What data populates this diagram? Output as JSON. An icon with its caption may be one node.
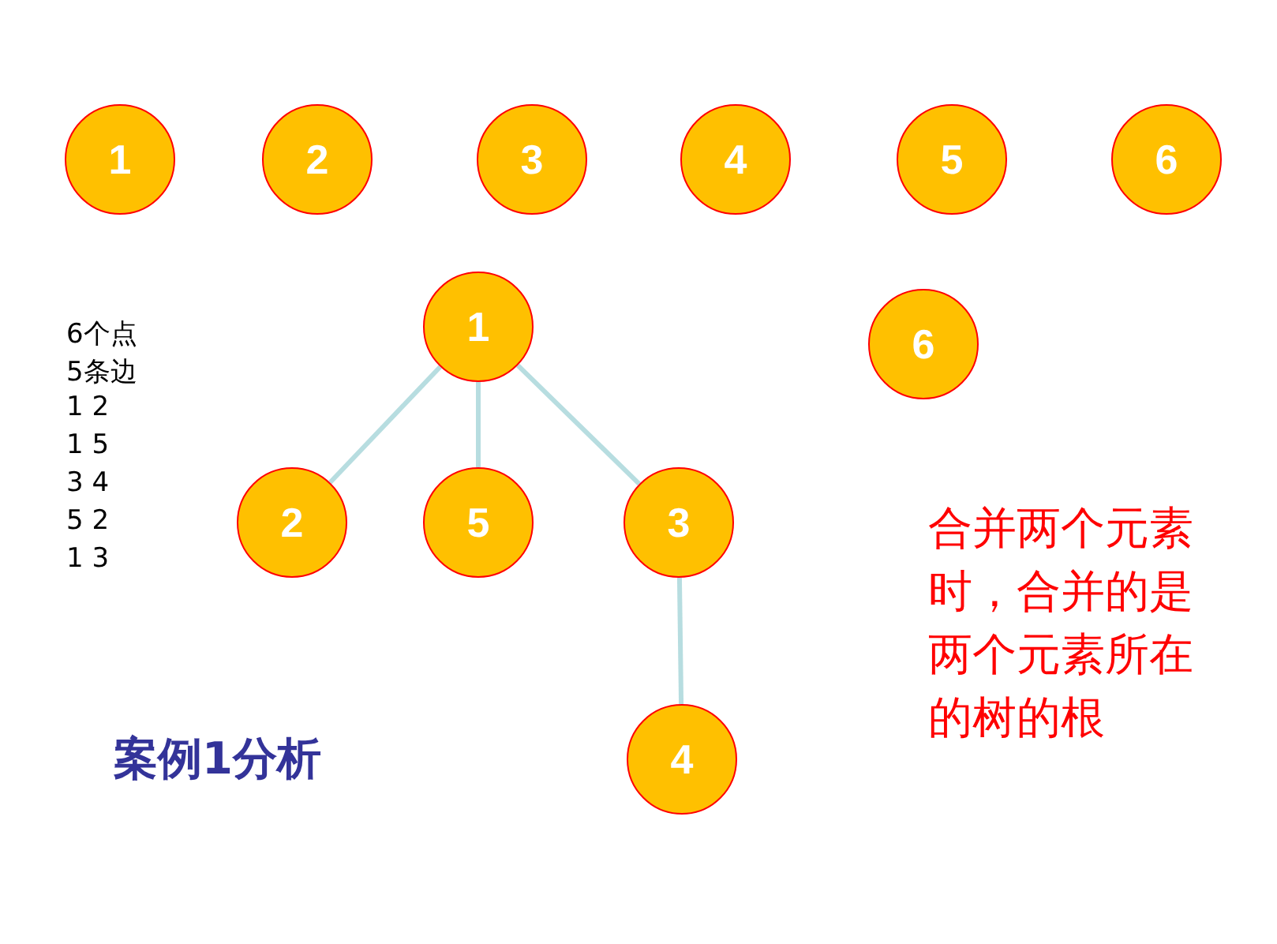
{
  "diagram": {
    "nodes": [
      {
        "text": [
          "1"
        ]
      },
      {
        "text": [
          "2"
        ]
      },
      {
        "text": [
          "3"
        ]
      },
      {
        "text": [
          "4"
        ]
      },
      {
        "text": [
          "5"
        ]
      },
      {
        "text": [
          "6"
        ]
      },
      {
        "text": [
          "1"
        ]
      },
      {
        "text": [
          "6"
        ]
      },
      {
        "text": [
          "2"
        ]
      },
      {
        "text": [
          "5"
        ]
      },
      {
        "text": [
          "3"
        ]
      },
      {
        "text": [
          "4"
        ]
      }
    ],
    "edges": [
      {
        "from": 6,
        "to": 8,
        "arrow": "none"
      },
      {
        "from": 6,
        "to": 9,
        "arrow": "none"
      },
      {
        "from": 6,
        "to": 10,
        "arrow": "none"
      },
      {
        "from": 10,
        "to": 11,
        "arrow": "none"
      }
    ],
    "labels": [
      "6个点",
      "5条边",
      "1 2",
      "1 5",
      "3 4",
      "5 2",
      "1 3",
      "案例1分析",
      "合并两个元素时，合并的是两个元素所在的树的根"
    ]
  }
}
